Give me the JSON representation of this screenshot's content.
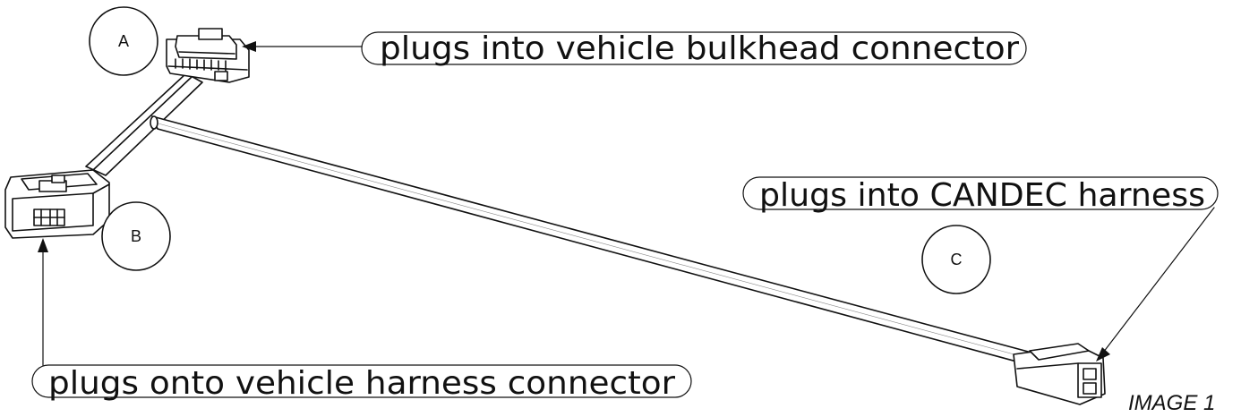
{
  "callouts": {
    "a": "plugs into vehicle bulkhead connector",
    "b": "plugs onto vehicle harness connector",
    "c": "plugs into CANDEC harness"
  },
  "markers": {
    "a": "A",
    "b": "B",
    "c": "C"
  },
  "caption": "IMAGE 1"
}
